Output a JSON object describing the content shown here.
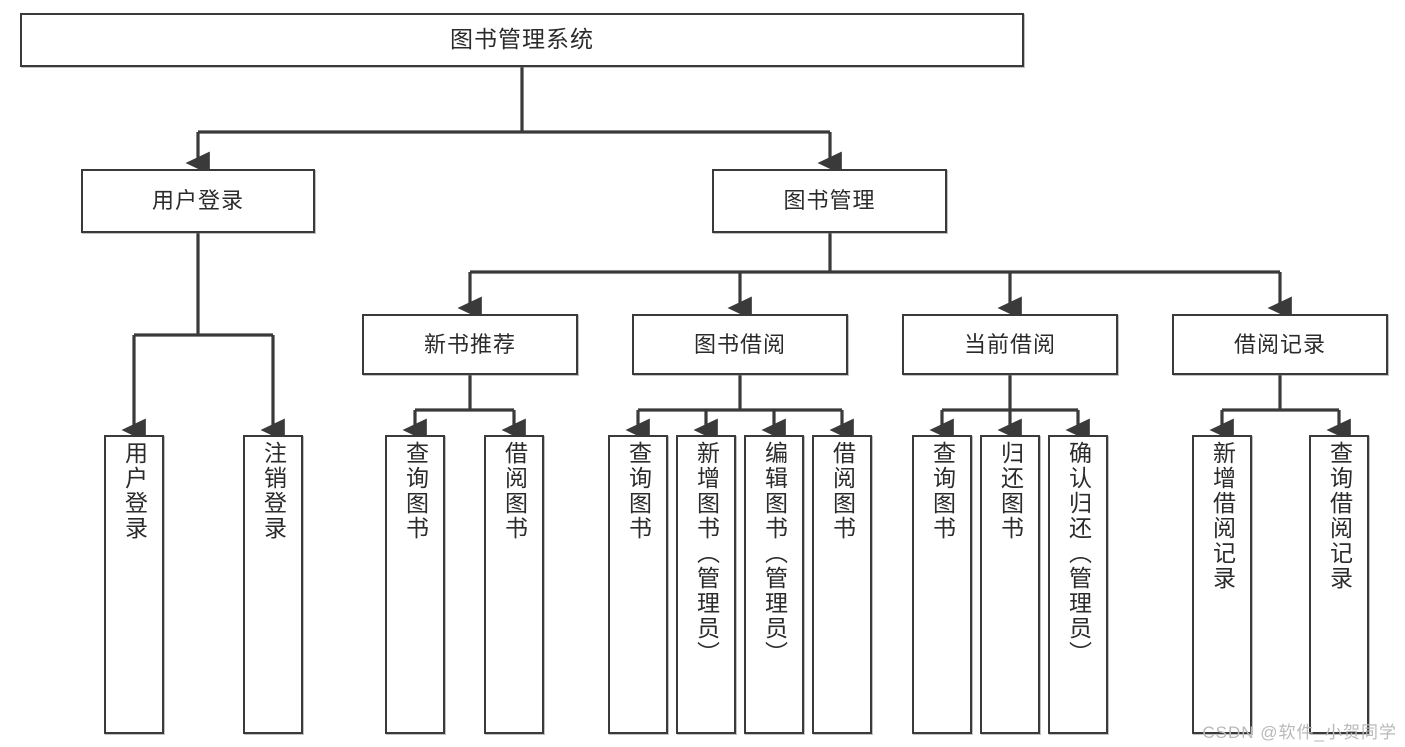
{
  "diagram": {
    "title": "图书管理系统",
    "watermark": "CSDN @软件_小贺同学",
    "stroke_color": "#3a3a3a",
    "text_color": "#2b2b2b",
    "background": "#ffffff",
    "root": {
      "label": "图书管理系统"
    },
    "level2": [
      {
        "label": "用户登录"
      },
      {
        "label": "图书管理"
      }
    ],
    "level3": [
      {
        "label": "新书推荐"
      },
      {
        "label": "图书借阅"
      },
      {
        "label": "当前借阅"
      },
      {
        "label": "借阅记录"
      }
    ],
    "leaves": {
      "user_login": [
        {
          "label": "用户登录"
        },
        {
          "label": "注销登录"
        }
      ],
      "new_book": [
        {
          "label": "查询图书"
        },
        {
          "label": "借阅图书"
        }
      ],
      "book_borrow": [
        {
          "label": "查询图书"
        },
        {
          "label": "新增图书（管理员）"
        },
        {
          "label": "编辑图书（管理员）"
        },
        {
          "label": "借阅图书"
        }
      ],
      "current_borrow": [
        {
          "label": "查询图书"
        },
        {
          "label": "归还图书"
        },
        {
          "label": "确认归还（管理员）"
        }
      ],
      "borrow_record": [
        {
          "label": "新增借阅记录"
        },
        {
          "label": "查询借阅记录"
        }
      ]
    }
  }
}
